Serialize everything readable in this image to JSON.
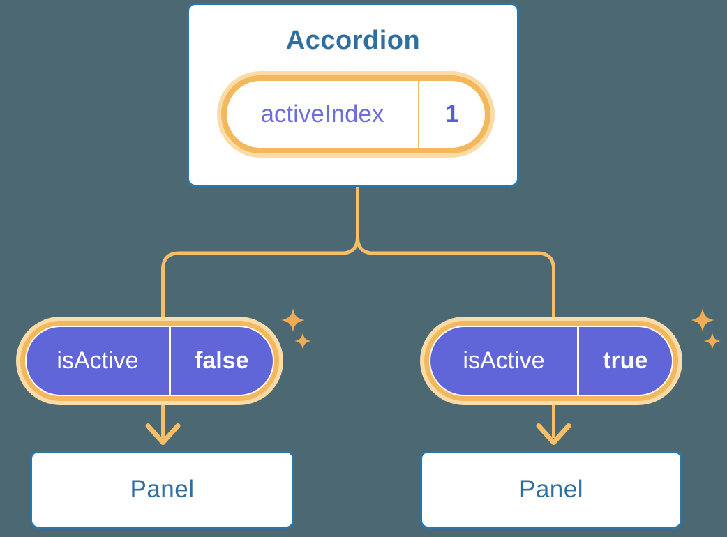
{
  "root_card": {
    "title": "Accordion",
    "state": {
      "label": "activeIndex",
      "value": "1"
    }
  },
  "children": [
    {
      "state": {
        "label": "isActive",
        "value": "false"
      },
      "panel_label": "Panel"
    },
    {
      "state": {
        "label": "isActive",
        "value": "true"
      },
      "panel_label": "Panel"
    }
  ],
  "colors": {
    "background": "#4C6973",
    "card_border": "#2A76A8",
    "card_text": "#2E6F9F",
    "connector_line": "#F7BE68",
    "pill_ring": "#F4B85C",
    "pill_ring_glow": "#FBDCA8",
    "pill_fill_purple": "#6065D8",
    "pill_label_purple": "#6B6EDC",
    "pill_value_purple": "#5A5ED4",
    "sparkle": "#F1AB52"
  }
}
